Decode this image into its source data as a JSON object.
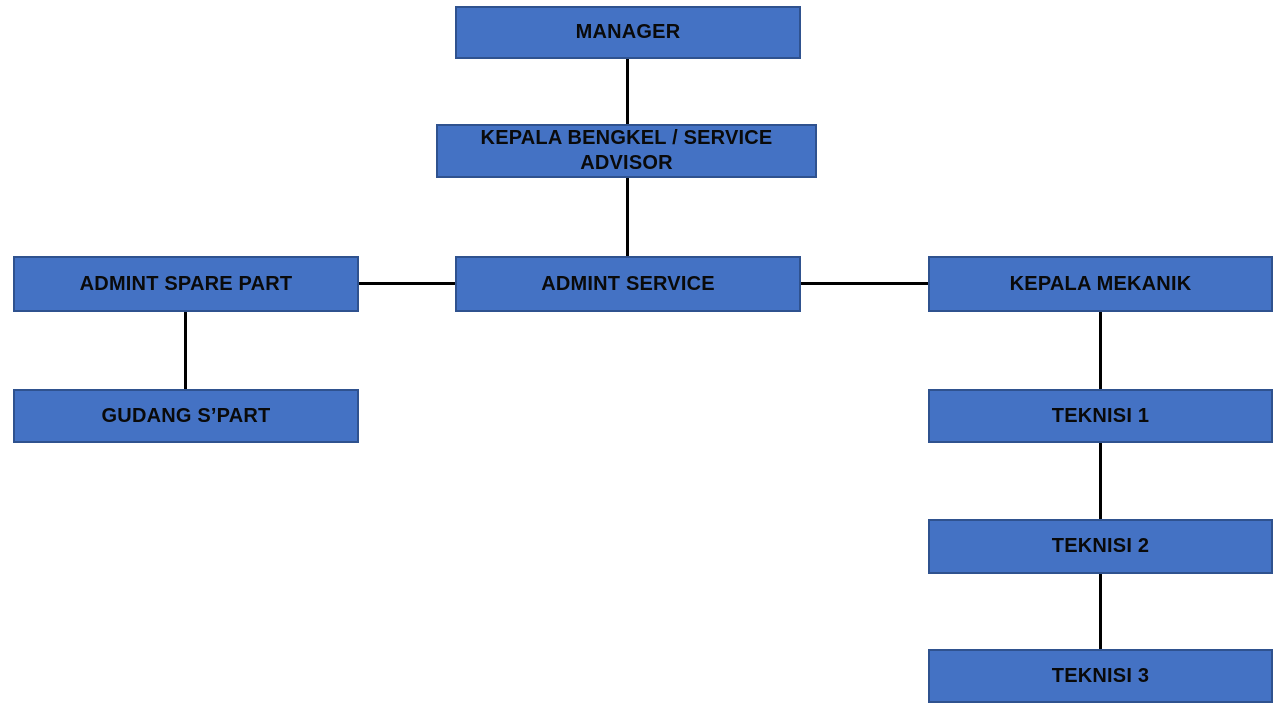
{
  "diagram": {
    "type": "org-chart",
    "background_color": "#ffffff",
    "box_fill_color": "#4472C4",
    "box_border_color": "#2F528F",
    "connector_color": "#000000",
    "text_color": "#0a0a0a",
    "nodes": [
      {
        "id": "manager",
        "label": "MANAGER"
      },
      {
        "id": "kepala-bengkel",
        "label": "KEPALA BENGKEL / SERVICE ADVISOR"
      },
      {
        "id": "admint-spare-part",
        "label": "ADMINT SPARE PART"
      },
      {
        "id": "admint-service",
        "label": "ADMINT SERVICE"
      },
      {
        "id": "kepala-mekanik",
        "label": "KEPALA MEKANIK"
      },
      {
        "id": "gudang-spart",
        "label": "GUDANG S’PART"
      },
      {
        "id": "teknisi-1",
        "label": "TEKNISI 1"
      },
      {
        "id": "teknisi-2",
        "label": "TEKNISI 2"
      },
      {
        "id": "teknisi-3",
        "label": "TEKNISI 3"
      }
    ],
    "edges": [
      {
        "from": "manager",
        "to": "kepala-bengkel"
      },
      {
        "from": "kepala-bengkel",
        "to": "admint-service"
      },
      {
        "from": "admint-spare-part",
        "to": "admint-service"
      },
      {
        "from": "admint-service",
        "to": "kepala-mekanik"
      },
      {
        "from": "admint-spare-part",
        "to": "gudang-spart"
      },
      {
        "from": "kepala-mekanik",
        "to": "teknisi-1"
      },
      {
        "from": "teknisi-1",
        "to": "teknisi-2"
      },
      {
        "from": "teknisi-2",
        "to": "teknisi-3"
      }
    ]
  }
}
